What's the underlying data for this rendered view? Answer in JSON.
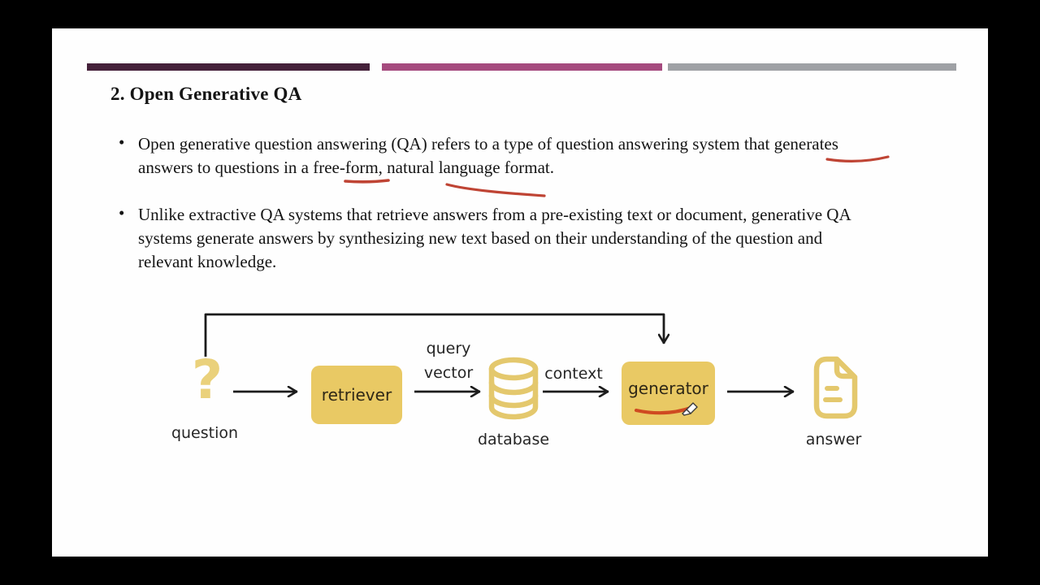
{
  "window": {
    "letterbox_color": "#000000",
    "slide_background": "#fefefe"
  },
  "slide": {
    "title": "2. Open Generative QA",
    "bullet_char": "•",
    "accent_bars": [
      {
        "name": "bar-dark-plum",
        "color": "#45213a"
      },
      {
        "name": "bar-magenta",
        "color": "#a54a7e"
      },
      {
        "name": "bar-gray",
        "color": "#9fa1a5"
      }
    ],
    "bullets": [
      {
        "lines": [
          "Open generative question answering (QA) refers to a type of question answering system that generates",
          "answers to questions in a free-form, natural language format."
        ]
      },
      {
        "lines": [
          "Unlike extractive QA systems that retrieve answers from a pre-existing text or document, generative QA",
          "systems generate answers by synthesizing new text based on their understanding of the question and",
          "relevant knowledge."
        ]
      }
    ],
    "annotations": {
      "underlined_phrases": [
        "that generates",
        "free-form",
        "natural language format"
      ],
      "color": "#bf4434"
    }
  },
  "diagram": {
    "question_glyph": "?",
    "labels": {
      "question": "question",
      "retriever": "retriever",
      "query_vector": [
        "query",
        "vector"
      ],
      "database": "database",
      "context": "context",
      "generator": "generator",
      "answer": "answer"
    },
    "colors": {
      "node_fill": "#e9c964",
      "icon_stroke": "#e4c86d",
      "arrow": "#1c1c1c",
      "generator_underline": "#cf4a21"
    }
  }
}
